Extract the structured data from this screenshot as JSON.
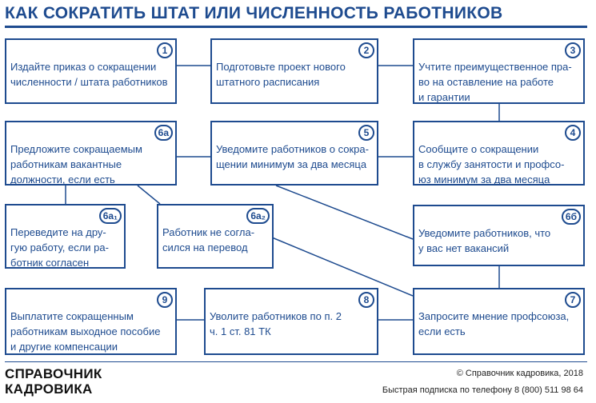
{
  "title": "КАК СОКРАТИТЬ ШТАТ ИЛИ ЧИСЛЕННОСТЬ РАБОТНИКОВ",
  "steps": {
    "s1": {
      "badge": "1",
      "text": "Издайте приказ о сокращении\nчисленности / штата работников"
    },
    "s2": {
      "badge": "2",
      "text": "Подготовьте проект нового\nштатного расписания"
    },
    "s3": {
      "badge": "3",
      "text": "Учтите преимущественное пра-\nво на оставление на работе\nи гарантии"
    },
    "s6a": {
      "badge": "6а",
      "text": "Предложите сокращаемым\nработникам вакантные\nдолжности, если есть"
    },
    "s5": {
      "badge": "5",
      "text": "Уведомите работников о сокра-\nщении минимум за два месяца"
    },
    "s4": {
      "badge": "4",
      "text": "Сообщите о сокращении\nв службу занятости и профсо-\nюз минимум за два месяца"
    },
    "s6a1": {
      "badge": "6а₁",
      "text": "Переведите на дру-\nгую работу, если ра-\nботник согласен"
    },
    "s6a2": {
      "badge": "6а₂",
      "text": "Работник не согла-\nсился на перевод"
    },
    "s6b": {
      "badge": "6б",
      "text": "Уведомите работников, что\nу вас нет вакансий"
    },
    "s9": {
      "badge": "9",
      "text": "Выплатите сокращенным\nработникам выходное пособие\nи другие компенсации"
    },
    "s8": {
      "badge": "8",
      "text": "Уволите работников по п. 2\nч. 1 ст. 81 ТК"
    },
    "s7": {
      "badge": "7",
      "text": "Запросите мнение профсоюза,\nесли есть"
    }
  },
  "footer": {
    "brand": "СПРАВОЧНИК\nКАДРОВИКА",
    "copyright": "© Справочник кадровика, 2018",
    "subscription": "Быстрая подписка по телефону 8 (800) 511 98 64"
  },
  "colors": {
    "accent": "#1e4b8f",
    "background": "#ffffff"
  }
}
